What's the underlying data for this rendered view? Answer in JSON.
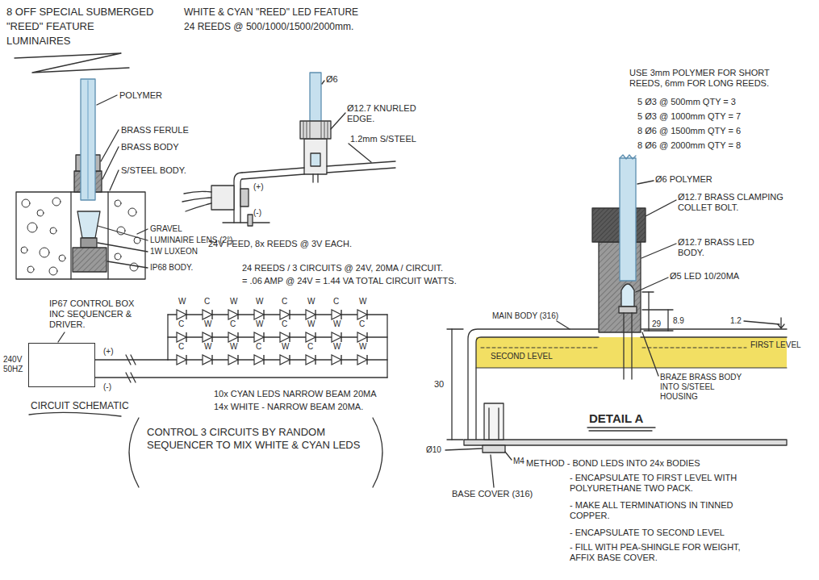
{
  "diagram": {
    "title": "8 OFF SPECIAL SUBMERGED \"REED\" FEATURE LUMINAIRES",
    "nodes": [
      {
        "text": [
          "IP67 CONTROL BOX INC SEQUENCER & DRIVER."
        ]
      }
    ],
    "labels": [
      "WHITE & CYAN \"REED\" LED FEATURE",
      "24 REEDS @ 500/1000/1500/2000mm.",
      "POLYMER",
      "BRASS FERULE",
      "BRASS BODY",
      "S/STEEL BODY.",
      "GRAVEL",
      "LUMINAIRE LENS (2°)",
      "1W LUXEON",
      "IP68 BODY.",
      "Ø6",
      "Ø12.7 KNURLED EDGE.",
      "1.2mm S/STEEL",
      "(+)",
      "(-)",
      "24V FEED, 8x REEDS @ 3V EACH.",
      "24 REEDS / 3 CIRCUITS @ 24V, 20MA / CIRCUIT.",
      "= .06 AMP @ 24V = 1.44 VA TOTAL CIRCUIT WATTS.",
      "240V 50HZ",
      "(+)",
      "(-)",
      "W",
      "C",
      "W",
      "W",
      "C",
      "W",
      "C",
      "W",
      "C",
      "W",
      "C",
      "W",
      "C",
      "W",
      "W",
      "C",
      "C",
      "W",
      "W",
      "C",
      "W",
      "C",
      "W",
      "W",
      "10x CYAN LEDS NARROW BEAM 20MA",
      "14x WHITE - NARROW BEAM 20MA.",
      "CIRCUIT SCHEMATIC",
      "CONTROL 3 CIRCUITS BY RANDOM SEQUENCER TO MIX WHITE & CYAN LEDS",
      "USE 3mm POLYMER FOR SHORT REEDS, 6mm FOR LONG REEDS.",
      "5 Ø3 @ 500mm QTY = 3",
      "5 Ø3 @ 1000mm QTY = 7",
      "8 Ø6 @ 1500mm QTY = 6",
      "8 Ø6 @ 2000mm QTY = 8",
      "Ø6 POLYMER",
      "Ø12.7 BRASS CLAMPING COLLET BOLT.",
      "Ø12.7 BRASS LED BODY.",
      "Ø5 LED 10/20MA",
      "MAIN BODY (316)",
      "29",
      "8.9",
      "1.2",
      "FIRST LEVEL",
      "SECOND LEVEL",
      "BRAZE BRASS BODY INTO S/STEEL HOUSING",
      "30",
      "Ø10",
      "M4",
      "DETAIL A",
      "BASE COVER (316)",
      "METHOD - BOND LEDS INTO 24x BODIES",
      "- ENCAPSULATE TO FIRST LEVEL WITH POLYURETHANE TWO PACK.",
      "- MAKE ALL TERMINATIONS IN TINNED COPPER.",
      "- ENCAPSULATE TO SECOND LEVEL",
      "- FILL WITH PEA-SHINGLE FOR WEIGHT, AFFIX BASE COVER."
    ]
  }
}
